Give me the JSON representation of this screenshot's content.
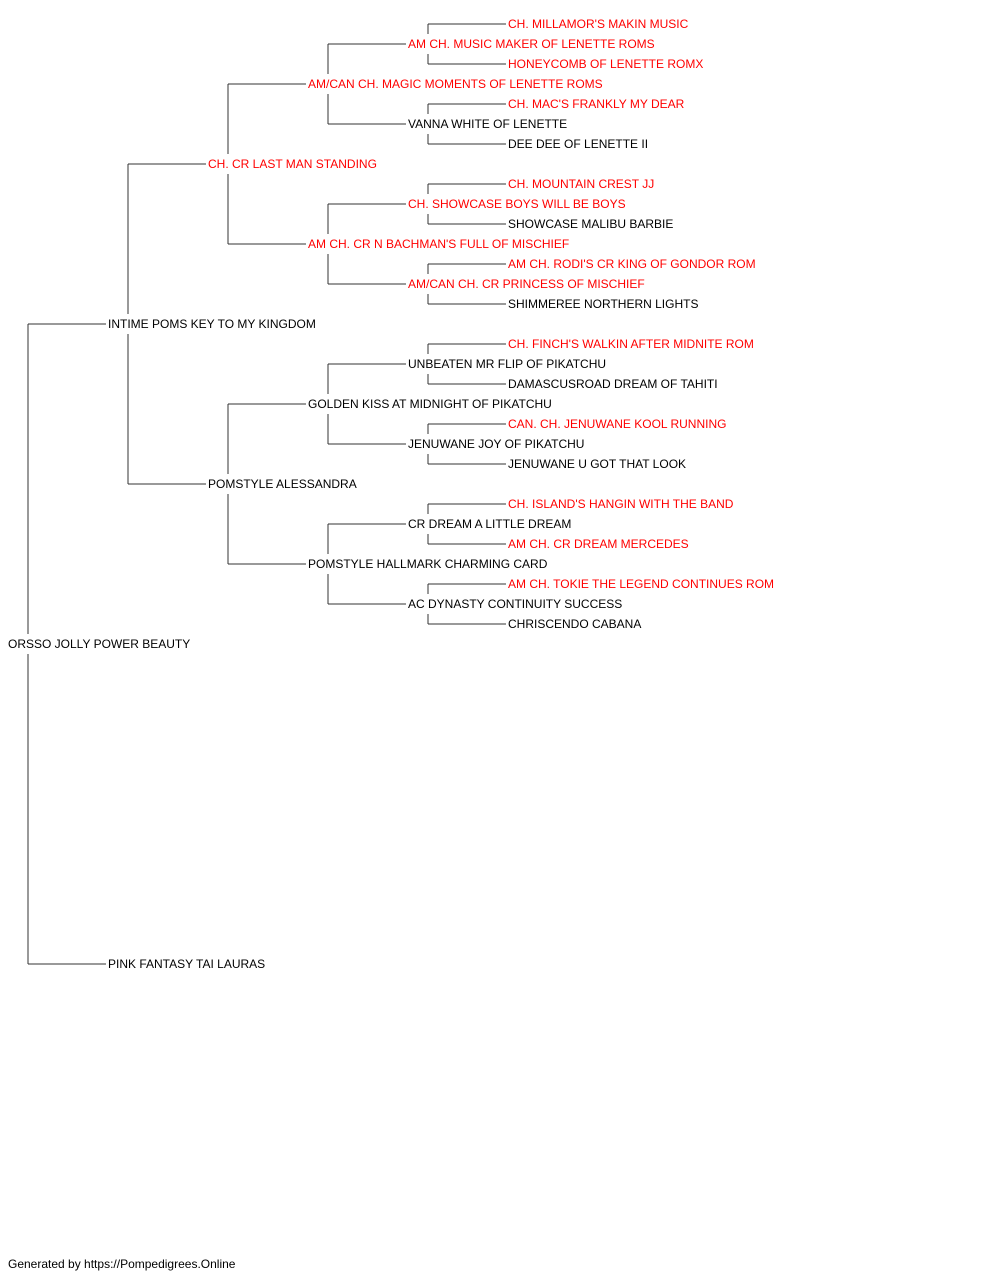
{
  "colors": {
    "champion": "#ff0000",
    "normal": "#000000",
    "line": "#333333"
  },
  "dog": {
    "name": "ORSSO JOLLY POWER BEAUTY",
    "sire": {
      "name": "INTIME POMS KEY TO MY KINGDOM",
      "sire": {
        "name": "CH. CR LAST MAN STANDING",
        "champion": true,
        "sire": {
          "name": "AM/CAN CH. MAGIC MOMENTS OF LENETTE ROMS",
          "champion": true,
          "sire": {
            "name": "AM CH. MUSIC MAKER OF LENETTE ROMS",
            "champion": true,
            "sire": {
              "name": "CH. MILLAMOR'S MAKIN MUSIC",
              "champion": true
            },
            "dam": {
              "name": "HONEYCOMB OF LENETTE ROMX",
              "champion": true
            }
          },
          "dam": {
            "name": "VANNA WHITE OF LENETTE",
            "sire": {
              "name": "CH. MAC'S FRANKLY MY DEAR",
              "champion": true
            },
            "dam": {
              "name": "DEE DEE OF LENETTE II"
            }
          }
        },
        "dam": {
          "name": "AM CH. CR N BACHMAN'S FULL OF MISCHIEF",
          "champion": true,
          "sire": {
            "name": "CH. SHOWCASE BOYS WILL BE BOYS",
            "champion": true,
            "sire": {
              "name": "CH. MOUNTAIN CREST JJ",
              "champion": true
            },
            "dam": {
              "name": "SHOWCASE MALIBU BARBIE"
            }
          },
          "dam": {
            "name": "AM/CAN CH. CR PRINCESS OF MISCHIEF",
            "champion": true,
            "sire": {
              "name": "AM CH. RODI'S CR KING OF GONDOR ROM",
              "champion": true
            },
            "dam": {
              "name": "SHIMMEREE NORTHERN LIGHTS"
            }
          }
        }
      },
      "dam": {
        "name": "POMSTYLE ALESSANDRA",
        "sire": {
          "name": "GOLDEN KISS AT MIDNIGHT OF PIKATCHU",
          "sire": {
            "name": "UNBEATEN MR FLIP OF PIKATCHU",
            "sire": {
              "name": "CH. FINCH'S WALKIN AFTER MIDNITE ROM",
              "champion": true
            },
            "dam": {
              "name": "DAMASCUSROAD DREAM OF TAHITI"
            }
          },
          "dam": {
            "name": "JENUWANE JOY OF PIKATCHU",
            "sire": {
              "name": "CAN. CH. JENUWANE KOOL RUNNING",
              "champion": true
            },
            "dam": {
              "name": "JENUWANE U GOT THAT LOOK"
            }
          }
        },
        "dam": {
          "name": "POMSTYLE HALLMARK CHARMING CARD",
          "sire": {
            "name": "CR DREAM A LITTLE DREAM",
            "sire": {
              "name": "CH. ISLAND'S HANGIN WITH THE BAND",
              "champion": true
            },
            "dam": {
              "name": "AM CH. CR DREAM MERCEDES",
              "champion": true
            }
          },
          "dam": {
            "name": "AC DYNASTY CONTINUITY SUCCESS",
            "sire": {
              "name": "AM CH. TOKIE THE LEGEND CONTINUES ROM",
              "champion": true
            },
            "dam": {
              "name": "CHRISCENDO CABANA"
            }
          }
        }
      }
    },
    "dam": {
      "name": "PINK FANTASY TAI LAURAS"
    }
  },
  "footer": "Generated by https://Pompedigrees.Online"
}
